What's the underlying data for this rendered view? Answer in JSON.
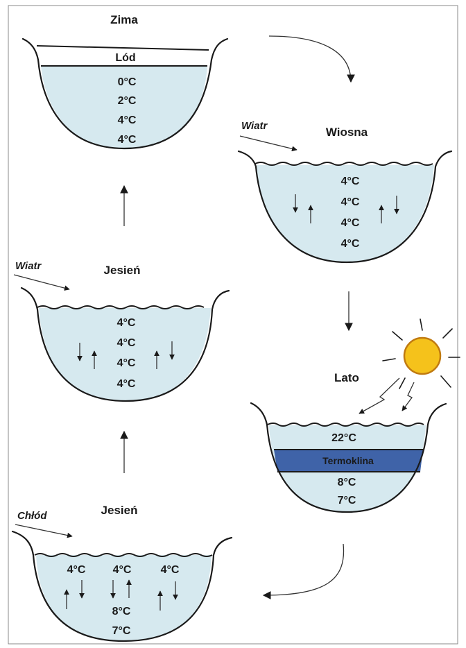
{
  "panels": {
    "winter": {
      "title": "Zima",
      "ice": "Lód",
      "temps": [
        "0°C",
        "2°C",
        "4°C",
        "4°C"
      ]
    },
    "spring": {
      "title": "Wiosna",
      "wind": "Wiatr",
      "temps": [
        "4°C",
        "4°C",
        "4°C",
        "4°C"
      ]
    },
    "summer": {
      "title": "Lato",
      "top_temp": "22°C",
      "thermocline": "Termoklina",
      "bottom_temps": [
        "8°C",
        "7°C"
      ]
    },
    "autumn1": {
      "title": "Jesień",
      "wind": "Wiatr",
      "temps": [
        "4°C",
        "4°C",
        "4°C",
        "4°C"
      ]
    },
    "autumn2": {
      "title": "Jesień",
      "wind": "Chłód",
      "temps_top": [
        "4°C",
        "4°C",
        "4°C"
      ],
      "temps_bottom": [
        "8°C",
        "7°C"
      ]
    }
  },
  "colors": {
    "water": "#d6e9ef",
    "thermocline": "#3f63a8",
    "sun": "#f5c21b",
    "outline": "#1a1a1a"
  },
  "icons": [
    "sun-icon",
    "arrow-up-icon",
    "arrow-down-icon",
    "cycle-arrow-icon"
  ]
}
